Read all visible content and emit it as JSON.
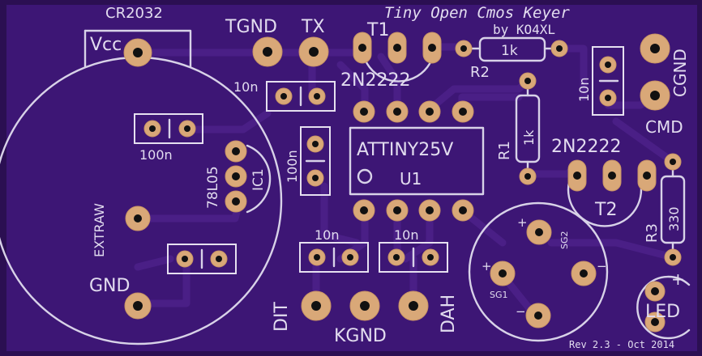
{
  "board": {
    "title": "Tiny Open Cmos Keyer",
    "author": "by KO4XL",
    "revision": "Rev 2.3 - Oct 2014",
    "colors": {
      "substrate": "#2b0f52",
      "board": "#3d1675",
      "trace": "#4a1f86",
      "silkscreen": "#d8d2e8",
      "copper": "#d9a878"
    }
  },
  "labels": {
    "battery": "CR2032",
    "vcc": "Vcc",
    "gnd": "GND",
    "extraw": "EXTRAW",
    "tgnd": "TGND",
    "tx": "TX",
    "t1": "T1",
    "t1_part": "2N2222",
    "r2_value": "1k",
    "r2": "R2",
    "cgnd": "CGND",
    "cmd": "CMD",
    "c_10n_a": "10n",
    "c_10n_b": "10n",
    "c_10n_c": "10n",
    "c_10n_d": "10n",
    "c_100n_a": "100n",
    "c_100n_b": "100n",
    "reg": "78L05",
    "ic1": "IC1",
    "u1_part": "ATTINY25V",
    "u1": "U1",
    "r1": "R1",
    "r1_value": "1k",
    "t2_part": "2N2222",
    "t2": "T2",
    "r3": "R3",
    "r3_value": "330",
    "sg1": "SG1",
    "sg2": "SG2",
    "plus_a": "+",
    "plus_b": "+",
    "minus_a": "−",
    "minus_b": "−",
    "led": "LED",
    "led_plus": "+",
    "dit": "DIT",
    "kgnd": "KGND",
    "dah": "DAH"
  }
}
